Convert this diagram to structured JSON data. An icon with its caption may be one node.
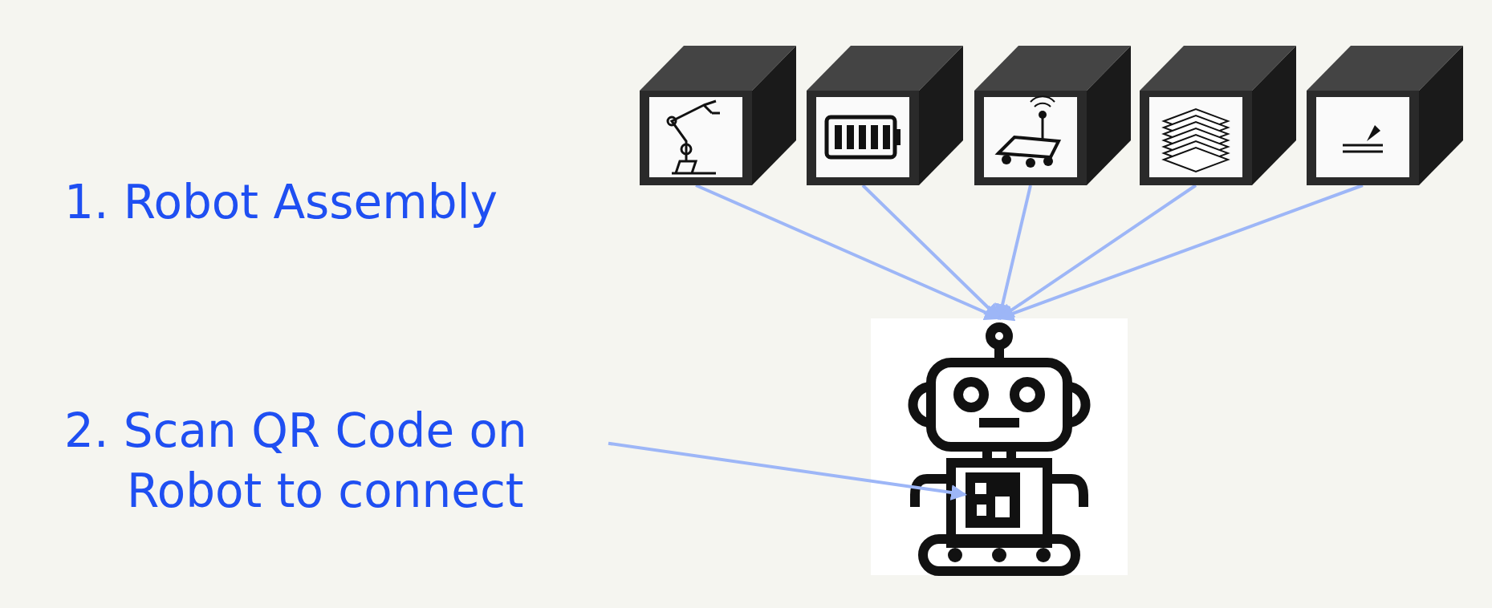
{
  "diagram": {
    "nodes": [
      {
        "text": [],
        "shape": "cube"
      },
      {
        "text": [],
        "shape": "cube"
      },
      {
        "text": [],
        "shape": "cube"
      },
      {
        "text": [],
        "shape": "cube"
      },
      {
        "text": [],
        "shape": "cube"
      },
      {
        "text": [],
        "shape": "robot"
      },
      {
        "text": [
          "2. Scan QR Code on Robot to connect"
        ]
      },
      {
        "text": [],
        "shape": "box",
        "in": 5
      }
    ],
    "edges": [
      {
        "from": 0,
        "to": 5,
        "arrow": "to"
      },
      {
        "from": 1,
        "to": 5,
        "arrow": "to"
      },
      {
        "from": 2,
        "to": 5,
        "arrow": "to"
      },
      {
        "from": 3,
        "to": 5,
        "arrow": "to"
      },
      {
        "from": 4,
        "to": 5,
        "arrow": "to"
      },
      {
        "from": 6,
        "to": 7,
        "arrow": "to"
      }
    ],
    "labels": [
      "1. Robot Assembly"
    ]
  }
}
